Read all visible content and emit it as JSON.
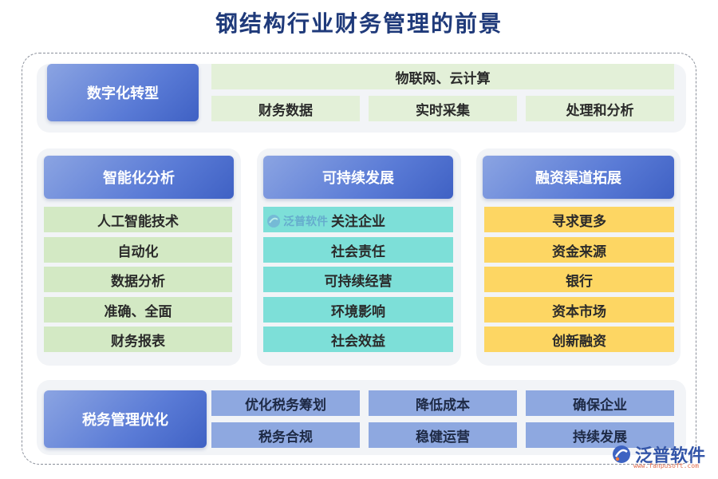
{
  "title": "钢结构行业财务管理的前景",
  "digital": {
    "header": "数字化转型",
    "top": "物联网、云计算",
    "items": [
      "财务数据",
      "实时采集",
      "处理和分析"
    ]
  },
  "intelligent": {
    "header": "智能化分析",
    "items": [
      "人工智能技术",
      "自动化",
      "数据分析",
      "准确、全面",
      "财务报表"
    ]
  },
  "sustainable": {
    "header": "可持续发展",
    "items": [
      "关注企业",
      "社会责任",
      "可持续经营",
      "环境影响",
      "社会效益"
    ]
  },
  "financing": {
    "header": "融资渠道拓展",
    "items": [
      "寻求更多",
      "资金来源",
      "银行",
      "资本市场",
      "创新融资"
    ]
  },
  "tax": {
    "header": "税务管理优化",
    "items": [
      "优化税务筹划",
      "降低成本",
      "确保企业",
      "税务合规",
      "稳健运营",
      "持续发展"
    ]
  },
  "watermark": {
    "small": "泛普软件",
    "brand": "泛普软件",
    "url": "www.fanpusoft.com"
  },
  "colors": {
    "title": "#1f3a7a",
    "header_gradient_start": "#8ba4e2",
    "header_gradient_end": "#3f61c4",
    "green": "#d3e9c4",
    "teal": "#7ddfd8",
    "yellow": "#fdd663",
    "blue": "#8ea8e0",
    "panel": "#f2f4f7"
  }
}
